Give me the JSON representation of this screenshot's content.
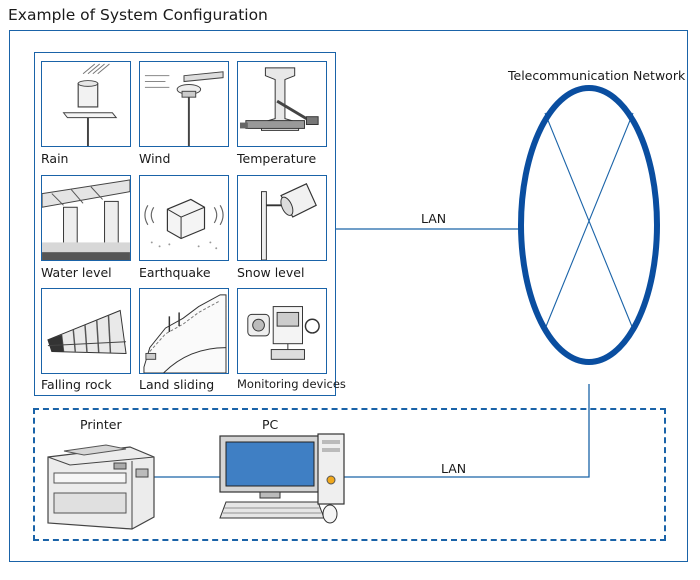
{
  "title": "Example of System Configuration",
  "network": {
    "label": "Telecommunication Network",
    "lan_top": "LAN",
    "lan_bottom": "LAN"
  },
  "sensors": [
    {
      "label": "Rain",
      "icon": "rain-gauge-icon"
    },
    {
      "label": "Wind",
      "icon": "wind-vane-icon"
    },
    {
      "label": "Temperature",
      "icon": "rail-thermometer-icon"
    },
    {
      "label": "Water level",
      "icon": "water-level-icon"
    },
    {
      "label": "Earthquake",
      "icon": "earthquake-icon"
    },
    {
      "label": "Snow level",
      "icon": "snow-level-icon"
    },
    {
      "label": "Falling rock",
      "icon": "falling-rock-icon"
    },
    {
      "label": "Land sliding",
      "icon": "land-sliding-icon"
    },
    {
      "label": "Monitoring devices",
      "icon": "monitoring-devices-icon"
    }
  ],
  "office": {
    "printer_label": "Printer",
    "pc_label": "PC"
  },
  "colors": {
    "accent": "#1a63a8",
    "network_ring": "#0a4ea0"
  }
}
